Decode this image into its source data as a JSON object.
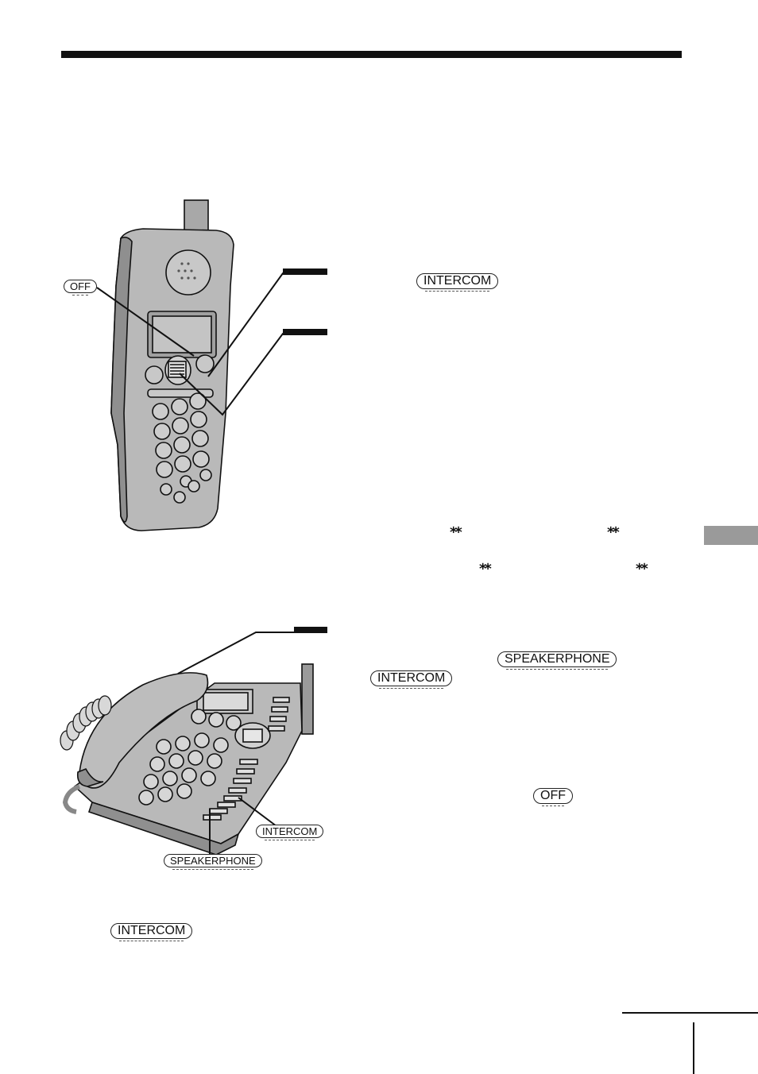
{
  "buttons": {
    "off_top": "OFF",
    "intercom_right_1": "INTERCOM",
    "speakerphone_right": "SPEAKERPHONE",
    "intercom_right_2": "INTERCOM",
    "off_right": "OFF",
    "intercom_label": "INTERCOM",
    "speakerphone_label": "SPEAKERPHONE",
    "intercom_bottom": "INTERCOM"
  },
  "symbols": {
    "star_pair": "⁎⁎"
  },
  "colors": {
    "phone_body": "#b9b9b9",
    "phone_shade": "#8f8f8f",
    "side_tab": "#9a9a9a",
    "ink": "#111111"
  }
}
